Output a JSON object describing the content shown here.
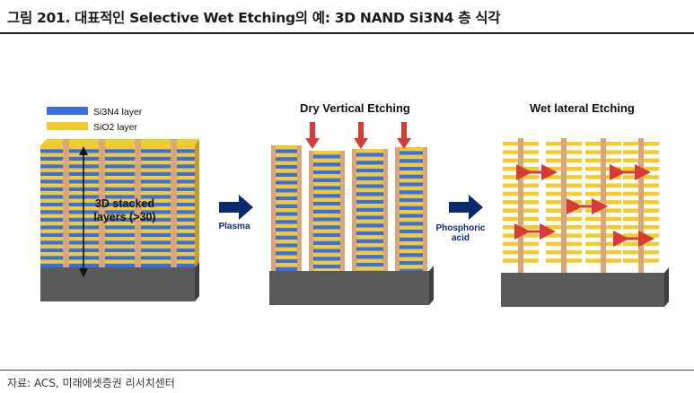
{
  "header": {
    "title": "그림 201. 대표적인 Selective Wet Etching의 예: 3D NAND Si3N4 층 식각"
  },
  "legend": {
    "si3n4_label": "Si3N4 layer",
    "sio2_label": "SiO2 layer",
    "si3n4_color": "#3b6fe0",
    "sio2_color": "#f2cc2e"
  },
  "panels": {
    "stack_label_line1": "3D stacked",
    "stack_label_line2": "layers (>30)",
    "dry_title": "Dry Vertical Etching",
    "wet_title": "Wet lateral Etching",
    "plasma_label": "Plasma",
    "phosphoric_label_line1": "Phosphoric",
    "phosphoric_label_line2": "acid"
  },
  "colors": {
    "arrow_navy": "#0b2a6e",
    "etch_red": "#d93a35",
    "pillar": "#d9a57a",
    "substrate": "#5a5a5a"
  },
  "footer": {
    "source": "자료: ACS, 미래에셋증권 리서치센터"
  }
}
